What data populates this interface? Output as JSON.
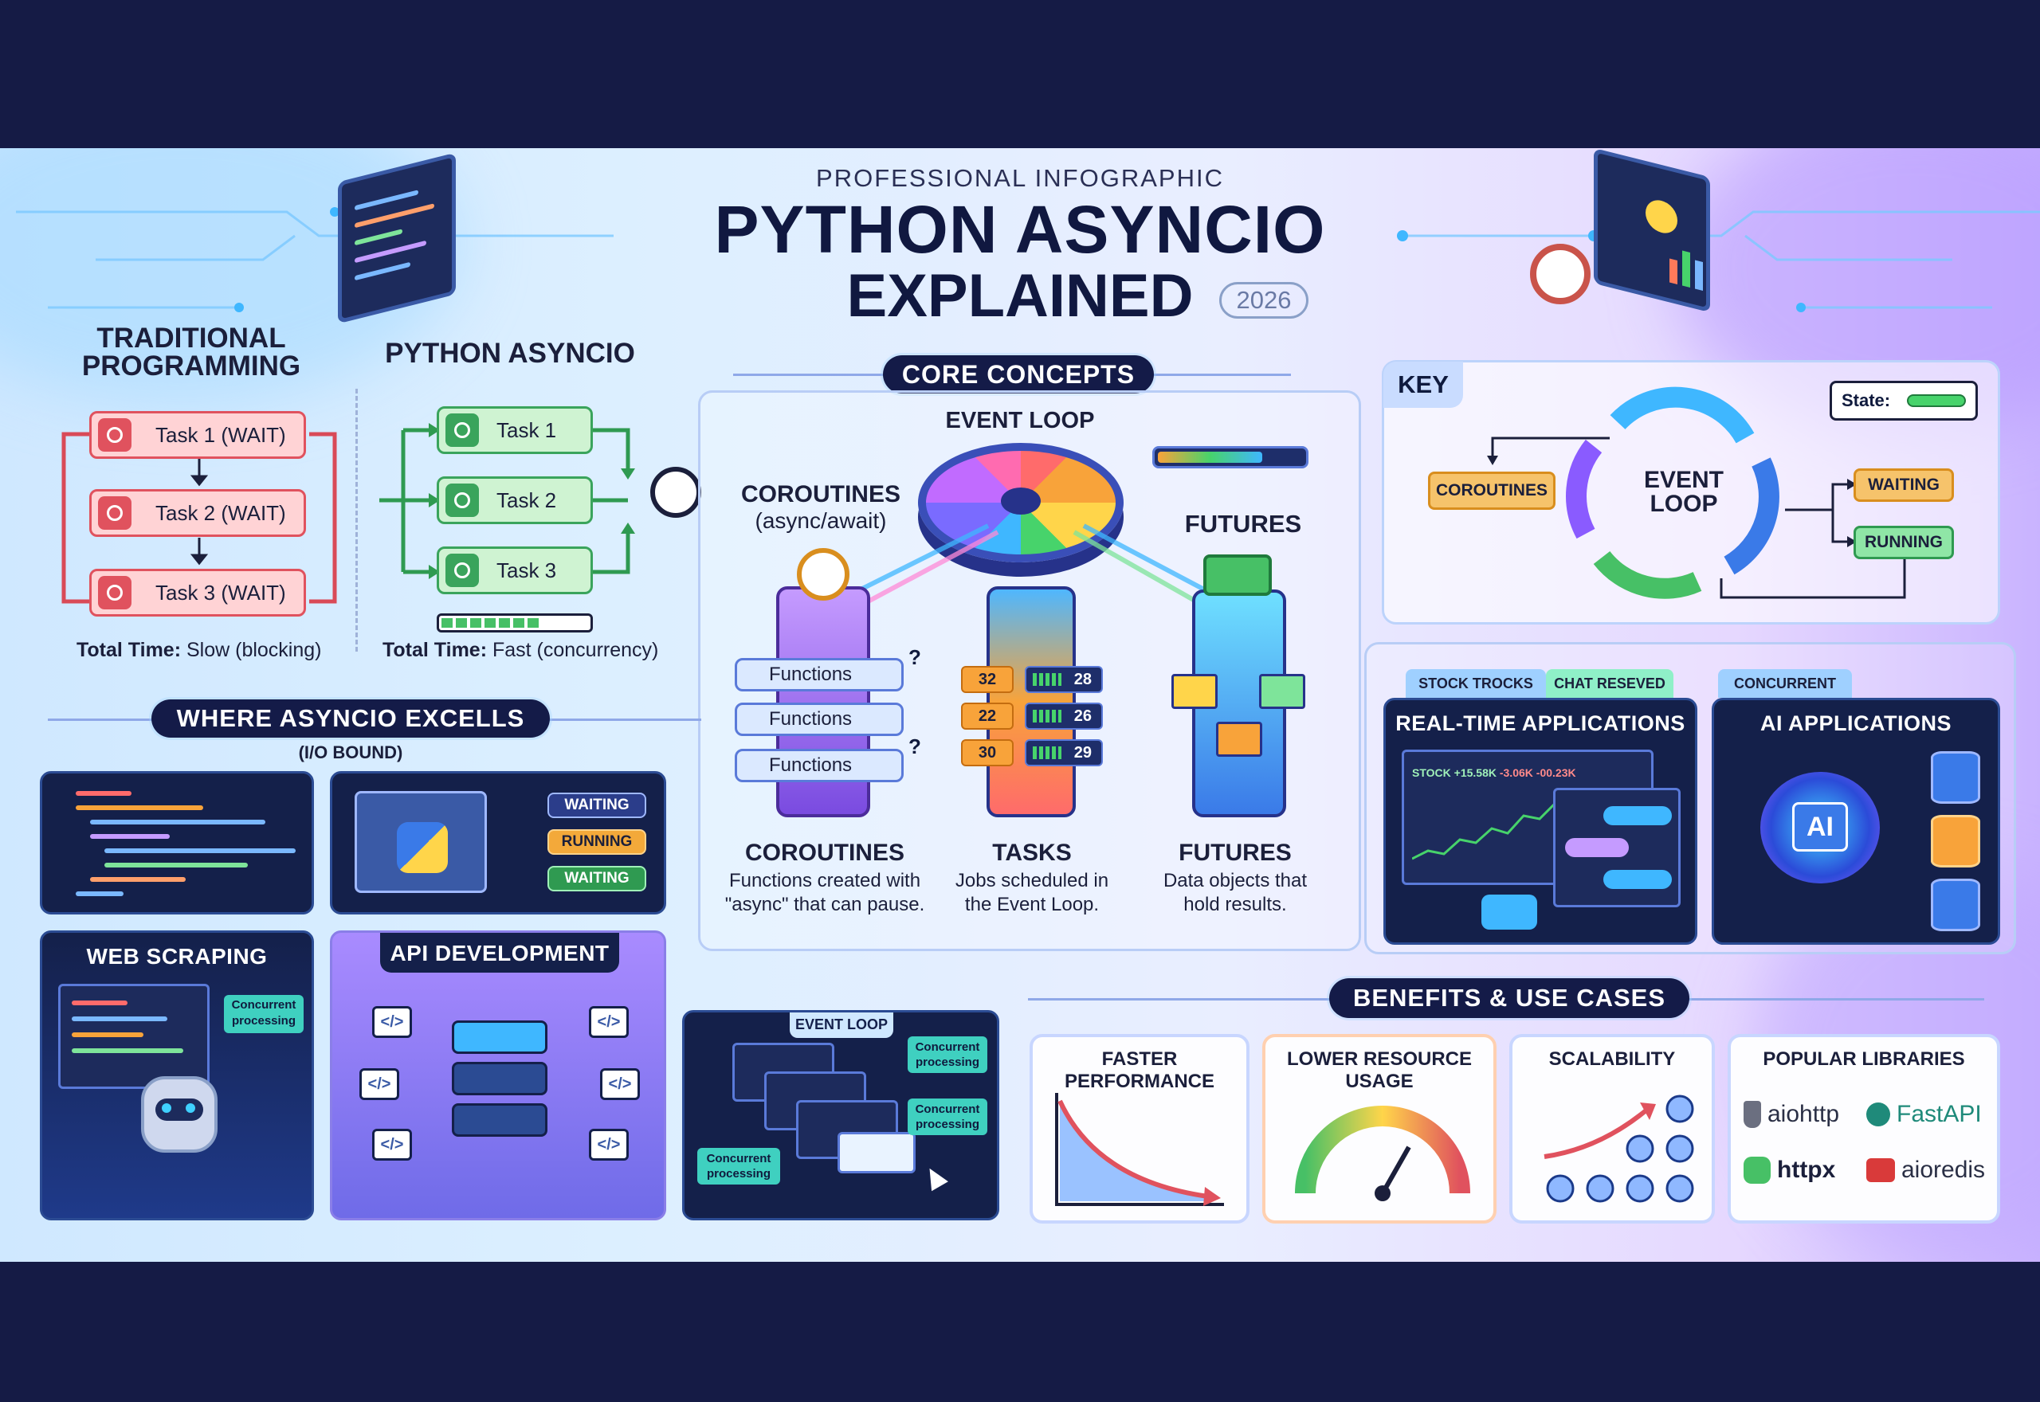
{
  "header": {
    "kicker": "PROFESSIONAL INFOGRAPHIC",
    "title_line1": "PYTHON ASYNCIO",
    "title_line2": "EXPLAINED",
    "year": "2026"
  },
  "traditional": {
    "title_line1": "TRADITIONAL",
    "title_line2": "PROGRAMMING",
    "tasks": [
      "Task 1 (WAIT)",
      "Task 2 (WAIT)",
      "Task 3 (WAIT)"
    ],
    "total_label": "Total Time:",
    "total_value": "Slow (blocking)"
  },
  "asyncio": {
    "title": "PYTHON ASYNCIO",
    "tasks": [
      "Task 1",
      "Task 2",
      "Task 3"
    ],
    "total_label": "Total Time:",
    "total_value": "Fast (concurrency)"
  },
  "core": {
    "badge": "CORE CONCEPTS",
    "event_loop_label": "EVENT LOOP",
    "coroutines_label": "COROUTINES",
    "coroutines_sub": "(async/await)",
    "futures_label": "FUTURES",
    "functions": [
      "Functions",
      "Functions",
      "Functions"
    ],
    "task_rows": [
      {
        "num": "32",
        "progress": "28"
      },
      {
        "num": "22",
        "progress": "26"
      },
      {
        "num": "30",
        "progress": "29"
      }
    ],
    "columns": [
      {
        "title": "COROUTINES",
        "desc1": "Functions created with",
        "desc2": "\"async\" that can pause."
      },
      {
        "title": "TASKS",
        "desc1": "Jobs scheduled in",
        "desc2": "the Event Loop."
      },
      {
        "title": "FUTURES",
        "desc1": "Data objects that",
        "desc2": "hold results."
      }
    ]
  },
  "key": {
    "title": "KEY",
    "state_label": "State:",
    "coroutines": "COROUTINES",
    "loop_line1": "EVENT",
    "loop_line2": "LOOP",
    "waiting": "WAITING",
    "running": "RUNNING"
  },
  "excels": {
    "badge": "WHERE ASYNCIO EXCELLS",
    "sub": "(I/O BOUND)",
    "states": [
      "WAITING",
      "RUNNING",
      "WAITING"
    ],
    "web_scraping": "WEB SCRAPING",
    "web_note_line1": "Concurrent",
    "web_note_line2": "processing",
    "api_dev": "API DEVELOPMENT",
    "code_tag": "</>"
  },
  "loop_card": {
    "tag": "EVENT LOOP",
    "note1_line1": "Concurrent",
    "note1_line2": "processing",
    "note2_line1": "Concurrent",
    "note2_line2": "processing",
    "note3_line1": "Concurrent",
    "note3_line2": "processing"
  },
  "apps": {
    "tab1": "STOCK TROCKS",
    "tab2": "CHAT RESEVED",
    "tab3": "CONCURRENT",
    "realtime_title": "REAL-TIME APPLICATIONS",
    "ai_title": "AI APPLICATIONS",
    "ai_chip": "AI",
    "stock_label": "STOCK",
    "stock_vals": [
      "+15.58K",
      "-3.06K",
      "-00.23K"
    ]
  },
  "benefits": {
    "badge": "BENEFITS & USE CASES",
    "cards": [
      "FASTER PERFORMANCE",
      "LOWER RESOURCE USAGE",
      "SCALABILITY",
      "POPULAR LIBRARIES"
    ],
    "libraries": [
      "aiohttp",
      "FastAPI",
      "httpx",
      "aioredis"
    ]
  }
}
